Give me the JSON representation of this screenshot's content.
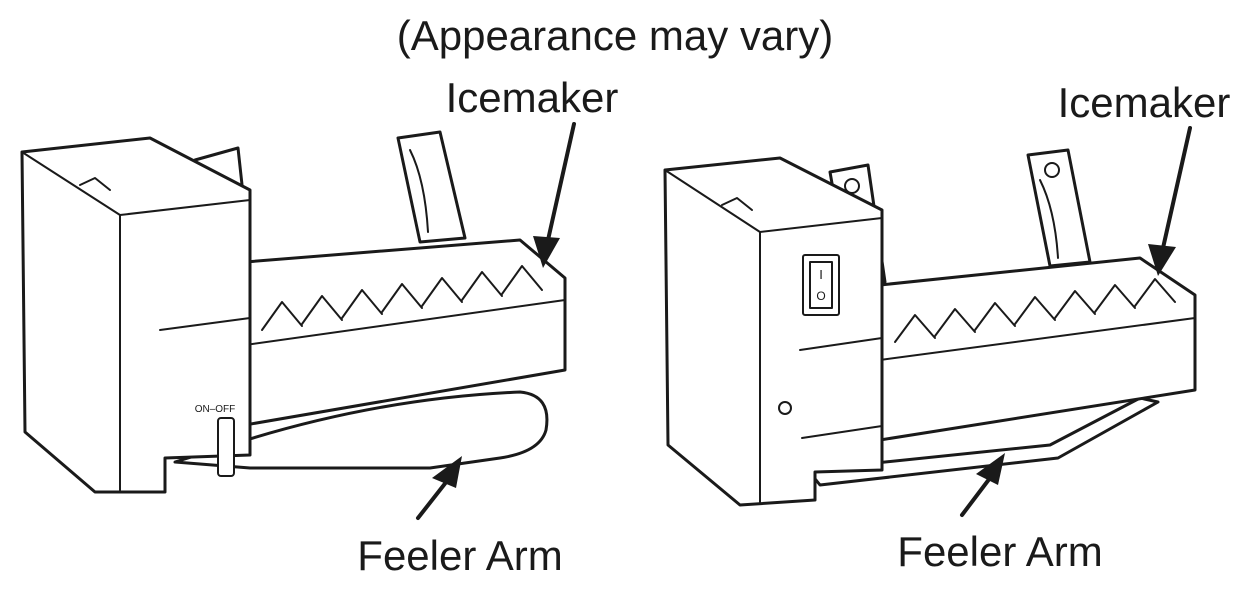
{
  "caption": "(Appearance may vary)",
  "left_unit": {
    "icemaker_label": "Icemaker",
    "switch_label": "ON–OFF",
    "feeler_arm_label": "Feeler Arm"
  },
  "right_unit": {
    "icemaker_label": "Icemaker",
    "switch_on_glyph": "I",
    "switch_off_glyph": "O",
    "feeler_arm_label": "Feeler Arm"
  },
  "colors": {
    "line": "#1a1a1a",
    "background": "#ffffff"
  }
}
